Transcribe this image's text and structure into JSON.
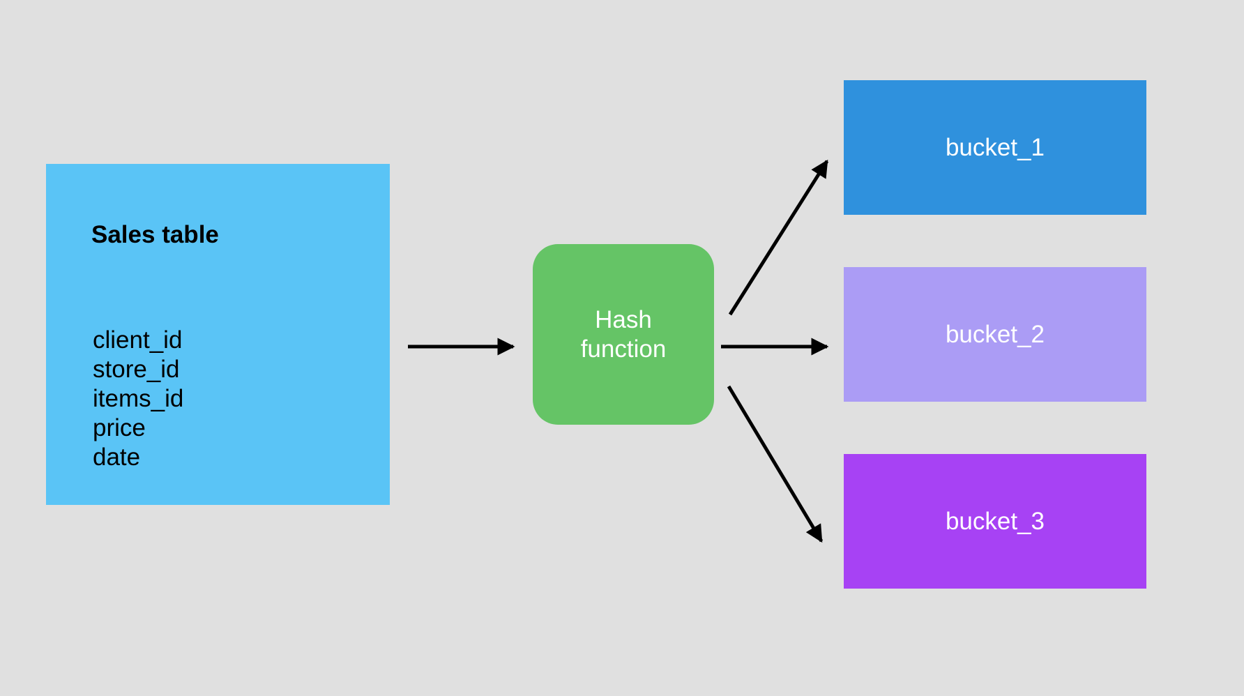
{
  "diagram": {
    "source": {
      "title": "Sales table",
      "fields": [
        "client_id",
        "store_id",
        "items_id",
        "price",
        "date"
      ],
      "color": "#5ac4f6"
    },
    "hash": {
      "label": "Hash\nfunction",
      "color": "#65c466"
    },
    "buckets": [
      {
        "label": "bucket_1",
        "color": "#2f91dd"
      },
      {
        "label": "bucket_2",
        "color": "#ab9cf5"
      },
      {
        "label": "bucket_3",
        "color": "#a742f4"
      }
    ],
    "edges": [
      {
        "from": "source",
        "to": "hash"
      },
      {
        "from": "hash",
        "to": "bucket_1"
      },
      {
        "from": "hash",
        "to": "bucket_2"
      },
      {
        "from": "hash",
        "to": "bucket_3"
      }
    ],
    "background": "#e0e0e0"
  }
}
